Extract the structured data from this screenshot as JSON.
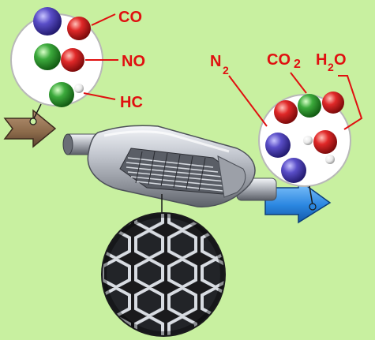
{
  "labels": {
    "co": "CO",
    "no": "NO",
    "hc": "HC",
    "n2_base": "N",
    "n2_sub": "2",
    "co2_base": "CO",
    "co2_sub": "2",
    "h2o_h": "H",
    "h2o_sub": "2",
    "h2o_o": "O"
  },
  "colors": {
    "background": "#c8f0a0",
    "label_red": "#e01010",
    "leader_line": "#e01010",
    "inlet_arrow": "#8b6a4a",
    "outlet_arrow": "#2a86e0",
    "molecule_blue": "#5a4ec8",
    "molecule_red": "#e02828",
    "molecule_green": "#3caa3c",
    "molecule_white": "#f4f4f4",
    "converter_metal": "#b8bcc4"
  },
  "icons": {
    "inlet_arrow": "arrow-right",
    "outlet_arrow": "arrow-right",
    "honeycomb": "hexagon-grid"
  }
}
